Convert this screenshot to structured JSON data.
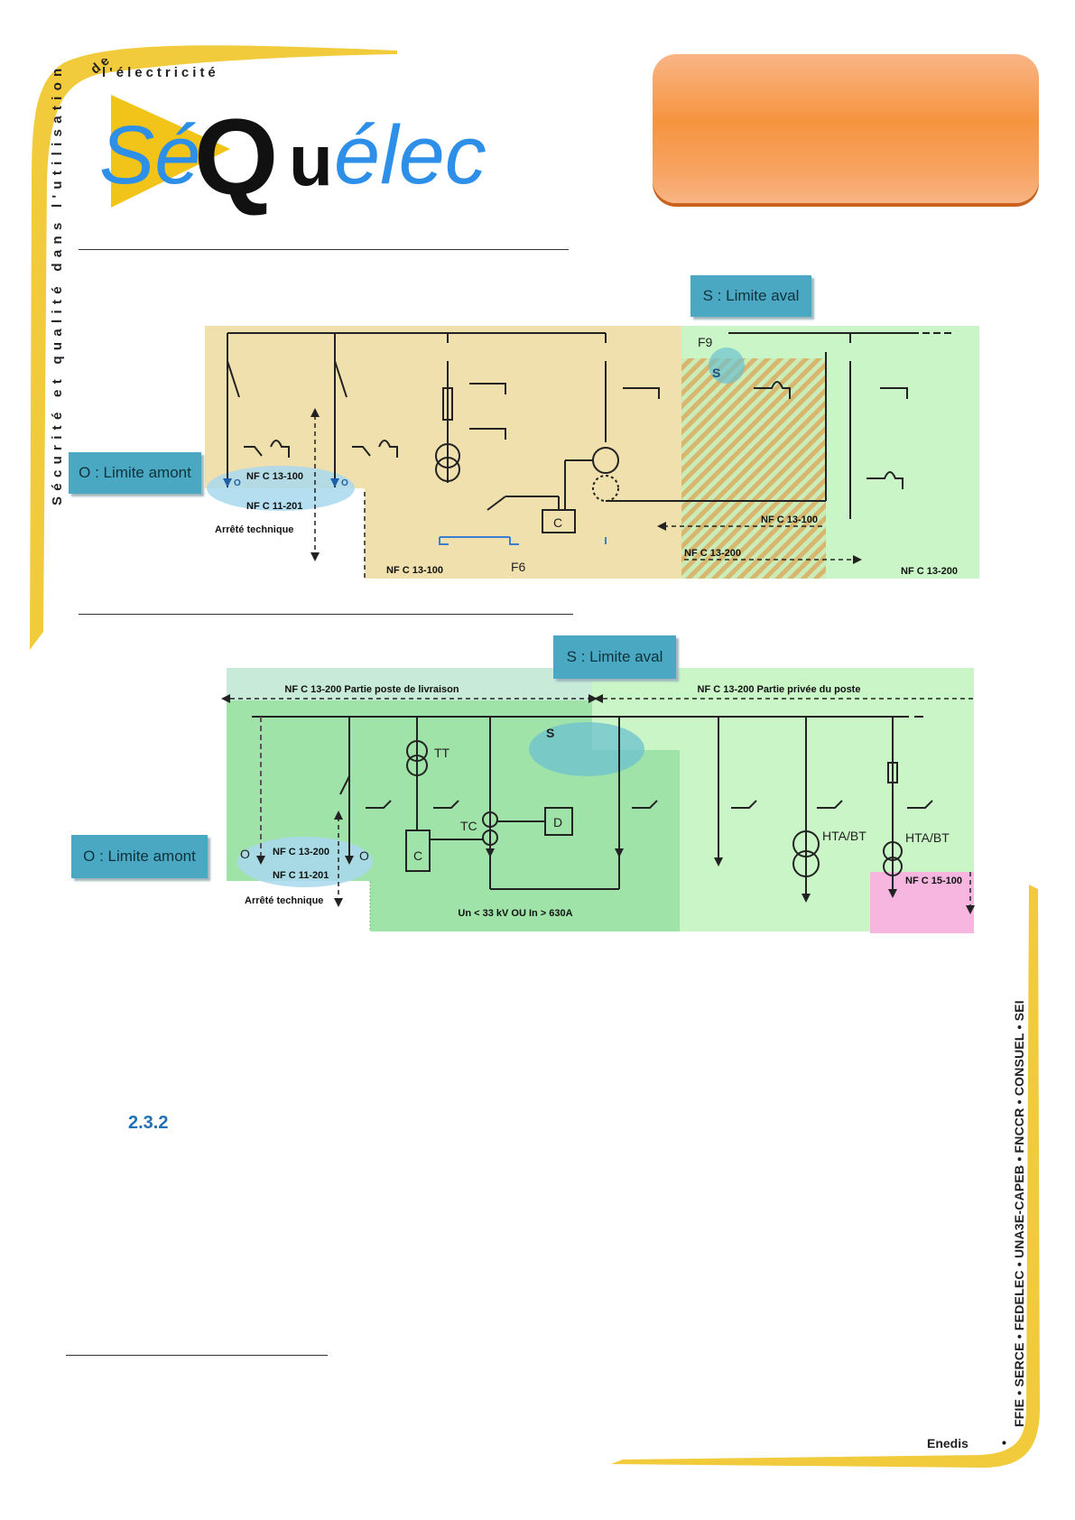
{
  "header": {
    "logo_tagline_top": "l'électricité",
    "logo_tagline_de": "de",
    "logo_text": "SéQuélec",
    "side_tagline": "Sécurité et qualité dans l'utilisation"
  },
  "diagram1": {
    "limit_downstream": "S : Limite aval",
    "limit_upstream": "O : Limite amont",
    "labels": {
      "nfc13100_top": "NF C 13-100",
      "nfc11201": "NF C 11-201",
      "arrete": "Arrêté technique",
      "nfc13100_bottom": "NF C 13-100",
      "f6": "F6",
      "c": "C",
      "f9": "F9",
      "s": "S",
      "o1": "O",
      "o2": "O",
      "nfc13100_right": "NF C 13-100",
      "nfc13200_mid": "NF C 13-200",
      "nfc13200_right": "NF C 13-200"
    }
  },
  "diagram2": {
    "limit_downstream": "S : Limite aval",
    "limit_upstream": "O : Limite amont",
    "labels": {
      "delivery": "NF C 13-200 Partie poste de livraison",
      "private": "NF C 13-200 Partie privée du poste",
      "nfc13200": "NF C 13-200",
      "nfc11201": "NF C 11-201",
      "arrete": "Arrêté technique",
      "condition": "Un < 33 kV OU In > 630A",
      "tt": "TT",
      "tc": "TC",
      "d": "D",
      "c": "C",
      "hta1": "HTA/BT",
      "hta2": "HTA/BT",
      "nfc15100": "NF C 15-100",
      "s": "S",
      "o1": "O",
      "o2": "O"
    }
  },
  "section": {
    "number": "2.3.2"
  },
  "footer": {
    "partners": "FFIE  •  SERCE  •  FEDELEC  •  UNA3E-CAPEB  •  FNCCR  •  CONSUEL  •  SEI",
    "enedis": "Enedis",
    "bullet": "•"
  },
  "colors": {
    "accent_yellow": "#f2cb3c",
    "tag_teal": "#4aa8c2",
    "orange_box": "#f6943f",
    "beige_zone": "#efe0ad",
    "green_zone": "#c9f5c7",
    "section_blue": "#1f6fb5"
  }
}
